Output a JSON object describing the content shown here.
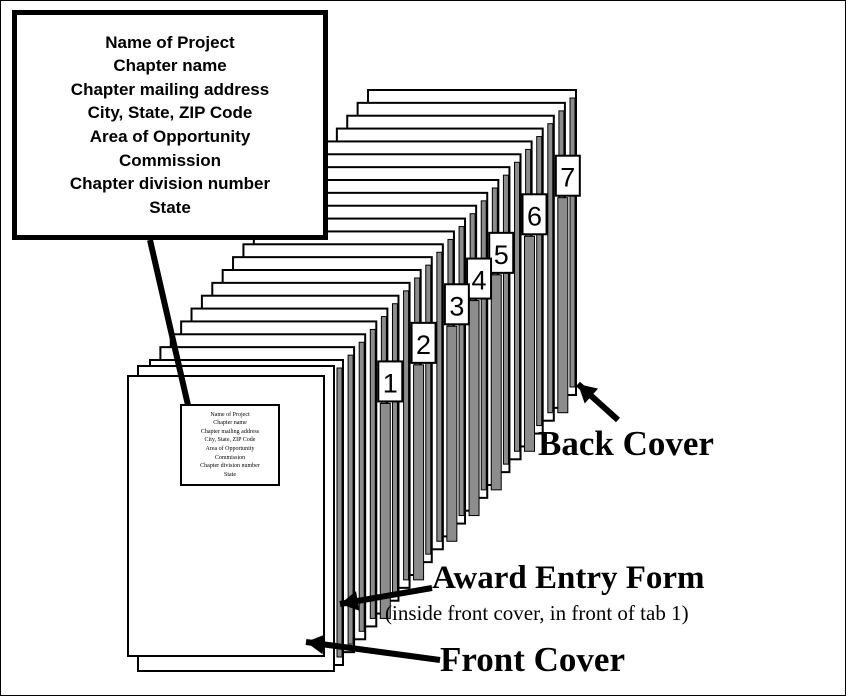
{
  "callout": {
    "lines": [
      "Name of Project",
      "Chapter name",
      "Chapter mailing address",
      "City, State, ZIP Code",
      "Area of Opportunity",
      "Commission",
      "Chapter division number",
      "State"
    ]
  },
  "cover_label": {
    "lines": [
      "Name of Project",
      "Chapter name",
      "Chapter mailing address",
      "City, State, ZIP Code",
      "Area of Opportunity",
      "Commission",
      "Chapter division number",
      "State"
    ]
  },
  "tabs": [
    "1",
    "2",
    "3",
    "4",
    "5",
    "6",
    "7"
  ],
  "labels": {
    "back_cover": "Back Cover",
    "award_entry_form": "Award Entry Form",
    "award_entry_note": "(inside front cover, in front of tab 1)",
    "front_cover": "Front Cover"
  },
  "colors": {
    "ink": "#000000",
    "paper": "#ffffff",
    "tab_fill": "#8c8c8c"
  }
}
